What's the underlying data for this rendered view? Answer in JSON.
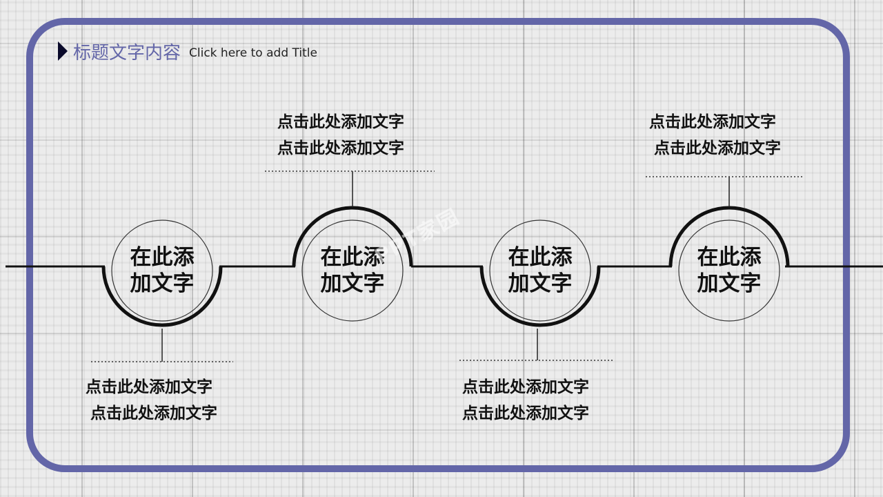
{
  "title": {
    "cn": "标题文字内容",
    "en": "Click here to add Title"
  },
  "nodes": [
    {
      "label_line1": "在此添",
      "label_line2": "加文字"
    },
    {
      "label_line1": "在此添",
      "label_line2": "加文字"
    },
    {
      "label_line1": "在此添",
      "label_line2": "加文字"
    },
    {
      "label_line1": "在此添",
      "label_line2": "加文字"
    }
  ],
  "captions": [
    {
      "line1": "点击此处添加文字",
      "line2": "点击此处添加文字"
    },
    {
      "line1": "点击此处添加文字",
      "line2": "点击此处添加文字"
    },
    {
      "line1": "点击此处添加文字",
      "line2": "点击此处添加文字"
    },
    {
      "line1": "点击此处添加文字",
      "line2": "点击此处添加文字"
    }
  ],
  "watermark": "PPT家园",
  "colors": {
    "frame": "#6366a8",
    "ink": "#111111"
  }
}
